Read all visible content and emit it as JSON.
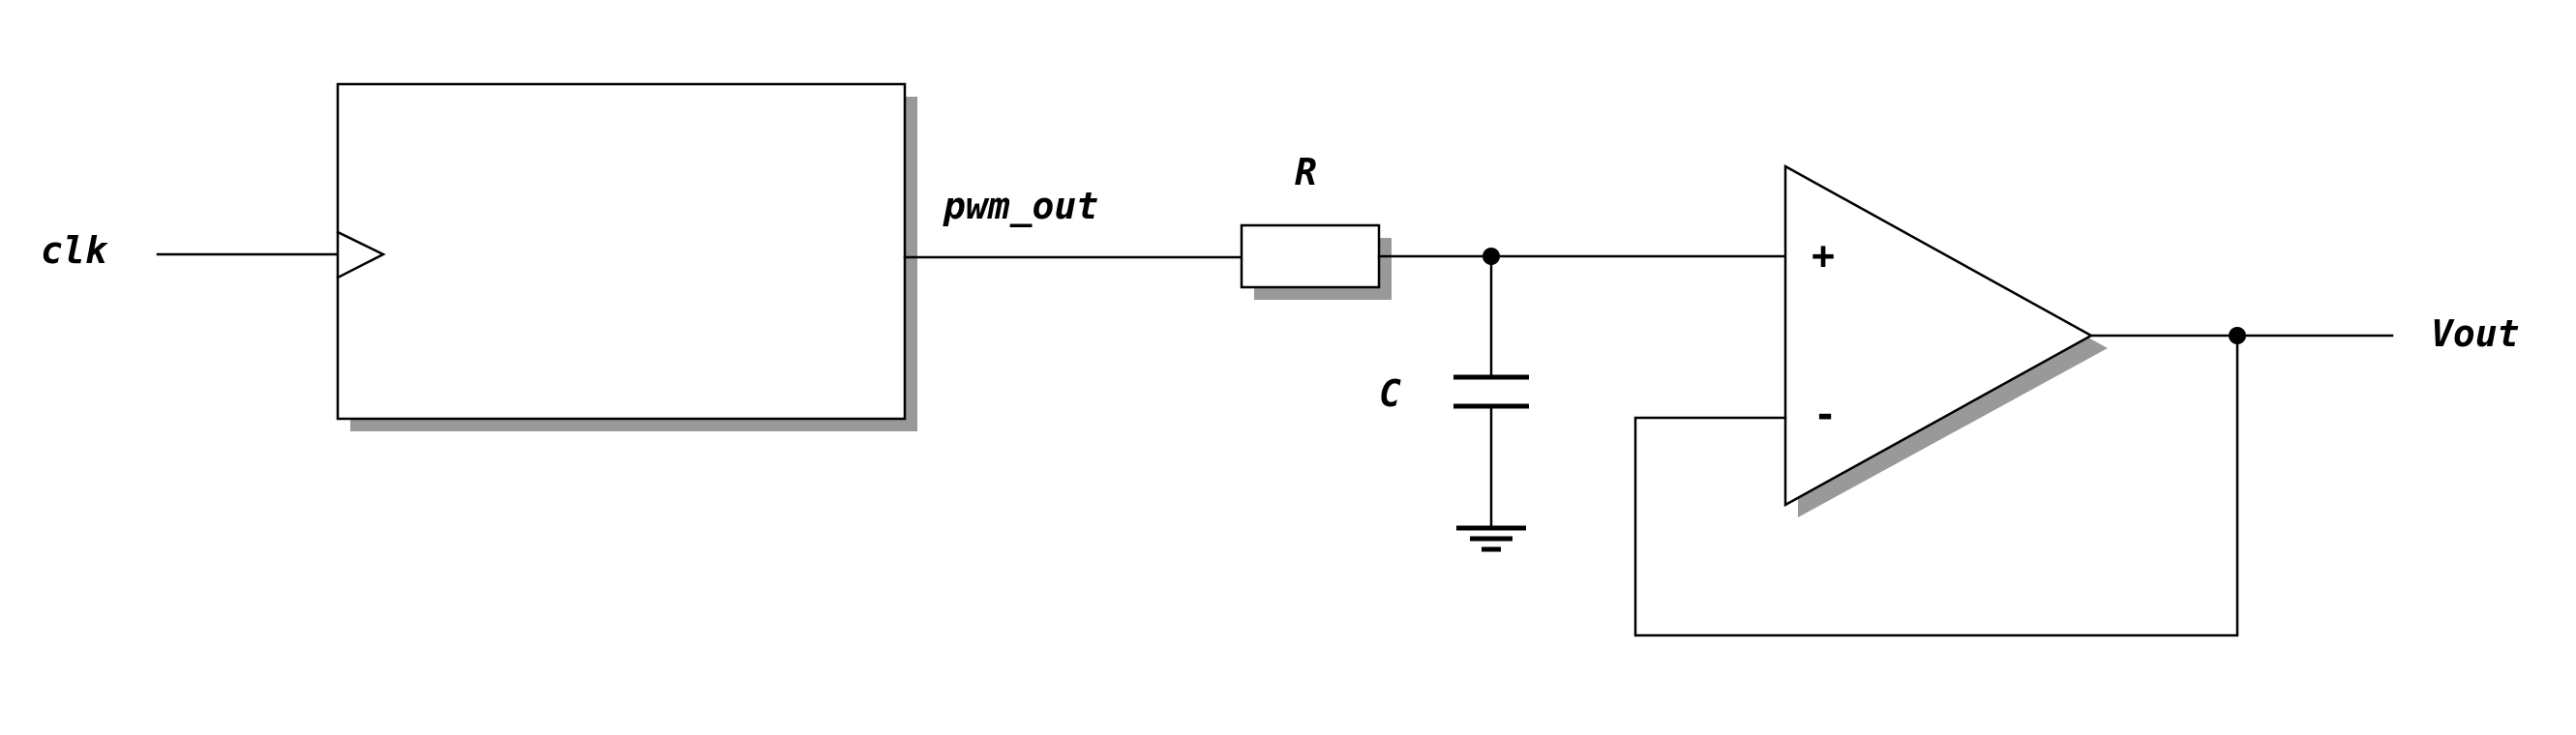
{
  "diagram": {
    "signals": {
      "clk": "clk",
      "pwm_out": "pwm_out",
      "vout": "Vout"
    },
    "components": {
      "resistor": "R",
      "capacitor": "C"
    },
    "opamp": {
      "plus": "+",
      "minus": "-"
    }
  }
}
